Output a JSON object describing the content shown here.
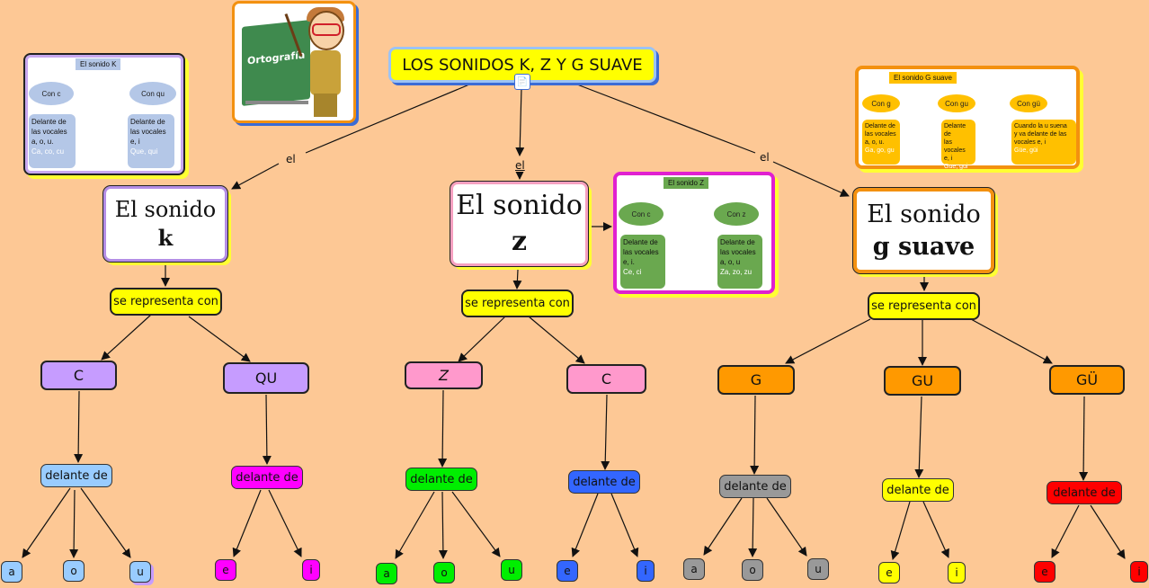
{
  "title": "LOS SONIDOS K, Z Y G SUAVE",
  "link_icon": "document-link-icon",
  "image_caption": "Ortografía",
  "colors": {
    "background": "#fdc895",
    "title_fill": "#ffff00",
    "k_border": "#b48ee6",
    "z_border": "#f6a0c0",
    "g_border": "#f39110"
  },
  "connector_labels": [
    "el",
    "el",
    "el"
  ],
  "branches": [
    {
      "heading_line1": "El sonido",
      "heading_line2": "k",
      "represent_label": "se representa con",
      "groups": [
        {
          "letter": "C",
          "letter_fill": "#c69cff",
          "connector": "delante de",
          "connector_fill": "#99ccff",
          "vowels": [
            "a",
            "o",
            "u"
          ]
        },
        {
          "letter": "QU",
          "letter_fill": "#c69cff",
          "connector": "delante de",
          "connector_fill": "#ff00ff",
          "vowels": [
            "e",
            "i"
          ]
        }
      ]
    },
    {
      "heading_line1": "El sonido",
      "heading_line2": "z",
      "represent_label": "se representa con",
      "groups": [
        {
          "letter": "Z",
          "letter_fill": "#ff99cc",
          "connector": "delante de",
          "connector_fill": "#00ee00",
          "vowels": [
            "a",
            "o",
            "u"
          ]
        },
        {
          "letter": "C",
          "letter_fill": "#ff99cc",
          "connector": "delante de",
          "connector_fill": "#3366ff",
          "vowels": [
            "e",
            "i"
          ]
        }
      ]
    },
    {
      "heading_line1": "El sonido",
      "heading_line2": "g suave",
      "represent_label": "se representa con",
      "groups": [
        {
          "letter": "G",
          "letter_fill": "#ff9900",
          "connector": "delante de",
          "connector_fill": "#999999",
          "vowels": [
            "a",
            "o",
            "u"
          ]
        },
        {
          "letter": "GU",
          "letter_fill": "#ff9900",
          "connector": "delante de",
          "connector_fill": "#ffff00",
          "vowels": [
            "e",
            "i"
          ]
        },
        {
          "letter": "GÜ",
          "letter_fill": "#ff9900",
          "connector": "delante de",
          "connector_fill": "#ff0000",
          "vowels": [
            "e",
            "i"
          ]
        }
      ]
    }
  ],
  "mini_k": {
    "tag": "El sonido K",
    "ovals": [
      "Con c",
      "Con qu"
    ],
    "cards": [
      {
        "text": [
          "Delante de",
          "las vocales",
          "a, o, u."
        ],
        "example": "Ca, co, cu"
      },
      {
        "text": [
          "Delante de",
          "las vocales",
          "e, i"
        ],
        "example": "Que, qui"
      }
    ]
  },
  "mini_z": {
    "tag": "El sonido Z",
    "ovals": [
      "Con c",
      "Con z"
    ],
    "cards": [
      {
        "text": [
          "Delante de",
          "las vocales",
          "e, i."
        ],
        "example": "Ce, ci"
      },
      {
        "text": [
          "Delante de",
          "las vocales",
          "a, o, u"
        ],
        "example": "Za, zo, zu"
      }
    ]
  },
  "mini_g": {
    "tag": "El sonido G suave",
    "ovals": [
      "Con g",
      "Con gu",
      "Con gü"
    ],
    "cards": [
      {
        "text": [
          "Delante de",
          "las vocales",
          "a, o, u."
        ],
        "example": "Ga, go, gu"
      },
      {
        "text": [
          "Delante de",
          "las vocales",
          "e, i"
        ],
        "example": "Gue, gui"
      },
      {
        "text": [
          "Cuando la u suena",
          "y va delante de las",
          "vocales e, i"
        ],
        "example": "Güe, güi"
      }
    ]
  }
}
